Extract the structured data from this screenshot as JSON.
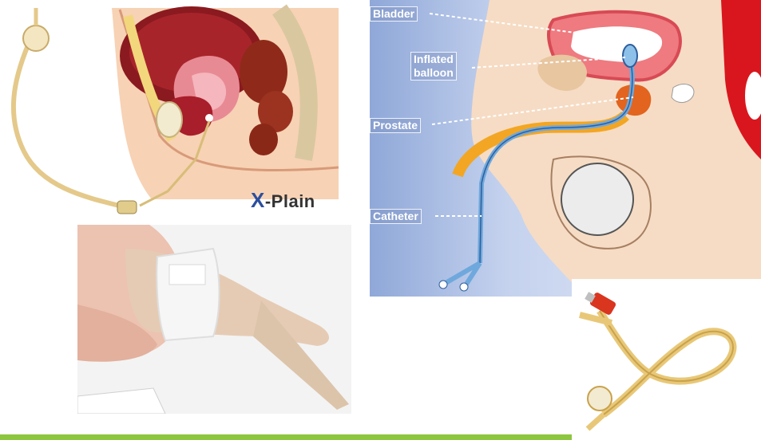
{
  "xplain_logo": {
    "text": "-Plain",
    "mark": "X"
  },
  "labels": {
    "bladder": "Bladder",
    "balloon_line1": "Inflated",
    "balloon_line2": "balloon",
    "prostate": "Prostate",
    "catheter": "Catheter"
  },
  "colors": {
    "accent_bar": "#8dc63f",
    "diagram_bg": "#b7c7e6",
    "catheter_blue": "#6fa8dc",
    "tube_yellow": "#e8c878",
    "valve_red": "#d9351f"
  }
}
